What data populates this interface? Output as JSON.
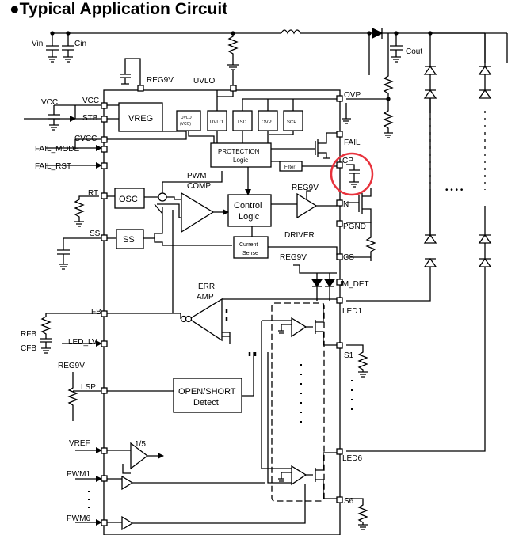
{
  "title": "●Typical Application Circuit",
  "ext": {
    "vin": "Vin",
    "cin": "Cin",
    "cout": "Cout",
    "vcc": "VCC",
    "stb": "STB",
    "fail_mode": "FAIL_MODE",
    "fail_rst": "FAIL_RST",
    "rt": "RT",
    "ss": "SS",
    "fb": "FB",
    "rfb": "RFB",
    "cfb": "CFB",
    "led_lv": "LED_LV",
    "reg9v_ext": "REG9V",
    "lsp": "LSP",
    "vref": "VREF",
    "pwm1": "PWM1",
    "pwm6": "PWM6"
  },
  "pins": {
    "reg9v_top": "REG9V",
    "uvlo": "UVLO",
    "vcc_in": "VCC",
    "stb_in": "STB",
    "cvcc": "CVCC",
    "ovp": "OVP",
    "fail": "FAIL",
    "cp": "CP",
    "n": "N",
    "pgnd": "PGND",
    "cs": "CS",
    "reg9v_cs": "REG9V",
    "im_det": "IM_DET",
    "led1": "LED1",
    "s1": "S1",
    "led6": "LED6",
    "s6": "S6"
  },
  "blocks": {
    "vreg": "VREG",
    "uvlo_vcc_1": "UVLO",
    "uvlo_vcc_2": "(VCC)",
    "uvlo": "UVLO",
    "tsd": "TSD",
    "ovp": "OVP",
    "scp": "SCP",
    "protection_1": "PROTECTION",
    "protection_2": "Logic",
    "filter": "Filter",
    "osc": "OSC",
    "ss": "SS",
    "pwm_comp_1": "PWM",
    "pwm_comp_2": "COMP",
    "control_1": "Control",
    "control_2": "Logic",
    "reg9v_drv": "REG9V",
    "driver": "DRIVER",
    "current_1": "Current",
    "current_2": "Sense",
    "err_1": "ERR",
    "err_2": "AMP",
    "openshort_1": "OPEN/SHORT",
    "openshort_2": "Detect",
    "div": "1/5",
    "dots": "• • • •"
  },
  "highlight_color": "#e8323c"
}
